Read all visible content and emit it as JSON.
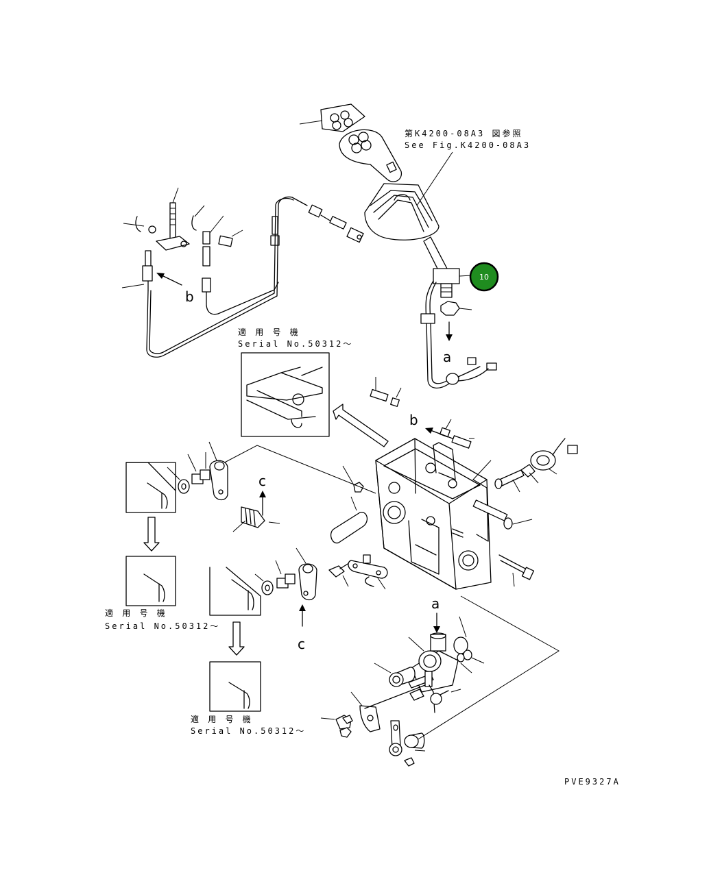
{
  "reference": {
    "jp": "第K4200-08A3 図参照",
    "en": "See Fig.K4200-08A3"
  },
  "serial_notes": [
    {
      "jp": "適 用 号 機",
      "en": "Serial No.50312～"
    },
    {
      "jp": "適 用 号 機",
      "en": "Serial No.50312～"
    },
    {
      "jp": "適 用 号 機",
      "en": "Serial No.50312～"
    }
  ],
  "view_markers": {
    "a": "a",
    "b": "b",
    "c": "c"
  },
  "callout": {
    "number": "10",
    "color": "#1f8c1f"
  },
  "drawing_code": "PVE9327A"
}
